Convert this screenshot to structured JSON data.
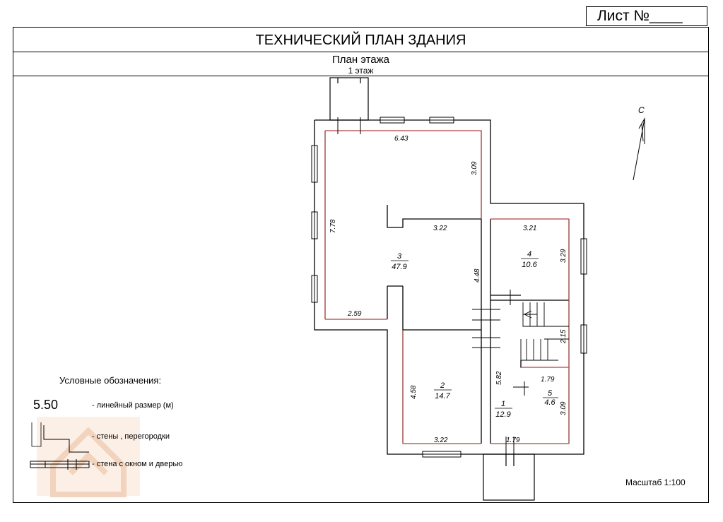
{
  "header": {
    "sheet_label": "Лист №____",
    "title": "ТЕХНИЧЕСКИЙ ПЛАН ЗДАНИЯ",
    "subtitle": "План этажа",
    "floor": "1 этаж"
  },
  "compass_letter": "С",
  "plan": {
    "dimensions": {
      "d643": "6.43",
      "d309a": "3.09",
      "d778": "7.78",
      "d322a": "3.22",
      "d321": "3.21",
      "d329": "3.29",
      "d448": "4.48",
      "d259": "2.59",
      "d215": "2.15",
      "d582": "5.82",
      "d458": "4.58",
      "d179a": "1.79",
      "d309b": "3.09",
      "d322b": "3.22",
      "d179b": "1.79"
    },
    "rooms": [
      {
        "num": "3",
        "area": "47.9"
      },
      {
        "num": "4",
        "area": "10.6"
      },
      {
        "num": "2",
        "area": "14.7"
      },
      {
        "num": "1",
        "area": "12.9"
      },
      {
        "num": "5",
        "area": "4.6"
      }
    ]
  },
  "legend": {
    "title": "Условные обозначения:",
    "sample_value": "5.50",
    "items": [
      "- линейный размер (м)",
      "- стены , перегородки",
      "- стена с окном и дверью"
    ]
  },
  "scale_label": "Масштаб 1:100",
  "colors": {
    "wall": "#000000",
    "inner_line": "#d9534f",
    "watermark": "#f3c9a8"
  }
}
